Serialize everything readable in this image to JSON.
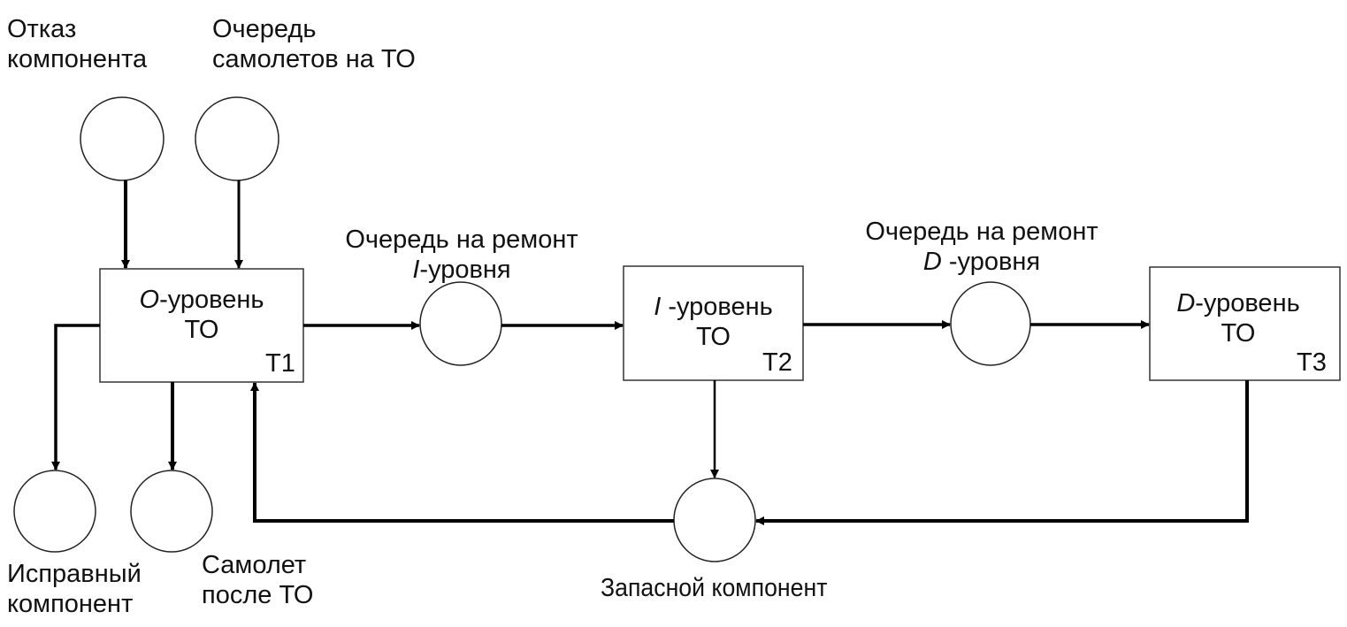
{
  "diagram": {
    "type": "petri-net",
    "places": {
      "component_failure": {
        "line1": "Отказ",
        "line2": "компонента"
      },
      "aircraft_queue": {
        "line1": "Очередь",
        "line2": "самолетов на ТО"
      },
      "queue_i": {
        "line1": "Очередь на ремонт",
        "line2_prefix": "I",
        "line2_suffix": "-уровня"
      },
      "queue_d": {
        "line1": "Очередь на ремонт",
        "line2_prefix": "D",
        "line2_suffix": " -уровня"
      },
      "serviceable_component": {
        "line1": "Исправный",
        "line2": "компонент"
      },
      "aircraft_after_maintenance": {
        "line1": "Самолет",
        "line2": "после ТО"
      },
      "spare_component": {
        "line1": "Запасной компонент"
      }
    },
    "transitions": {
      "t1": {
        "prefix": "O",
        "suffix": "-уровень",
        "line2": "ТО",
        "id": "T1"
      },
      "t2": {
        "prefix": "I",
        "suffix": " -уровень",
        "line2": "ТО",
        "id": "T2"
      },
      "t3": {
        "prefix": "D",
        "suffix": "-уровень",
        "line2": "ТО",
        "id": "T3"
      }
    },
    "arcs": [
      {
        "from": "component_failure",
        "to": "t1"
      },
      {
        "from": "aircraft_queue",
        "to": "t1"
      },
      {
        "from": "t1",
        "to": "queue_i"
      },
      {
        "from": "queue_i",
        "to": "t2"
      },
      {
        "from": "t2",
        "to": "queue_d"
      },
      {
        "from": "queue_d",
        "to": "t3"
      },
      {
        "from": "t1",
        "to": "serviceable_component"
      },
      {
        "from": "t1",
        "to": "aircraft_after_maintenance"
      },
      {
        "from": "t2",
        "to": "spare_component"
      },
      {
        "from": "t3",
        "to": "spare_component"
      },
      {
        "from": "spare_component",
        "to": "t1"
      }
    ]
  }
}
